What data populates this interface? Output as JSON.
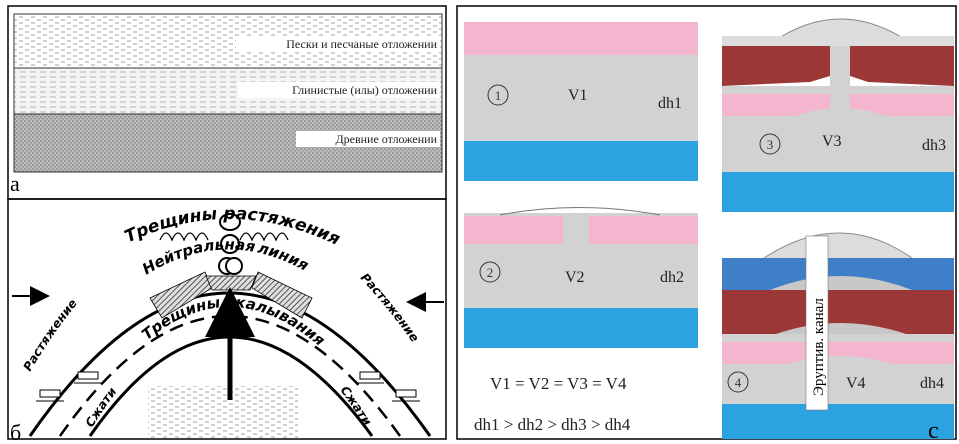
{
  "panel_a": {
    "letter": "а",
    "layers": [
      {
        "label": "Пески и песчаные отложении"
      },
      {
        "label": "Глинистые (илы) отложении"
      },
      {
        "label": "Древние отложении"
      }
    ]
  },
  "panel_b": {
    "letter": "б",
    "arc_labels": {
      "stretch_cracks": "Трещины растяжения",
      "neutral": "Нейтральная",
      "line": "линия",
      "shear_cracks": "Трещины скалывания",
      "stretch_left": "Растяжение",
      "stretch_right": "Растяжение",
      "compress_left": "Сжатие",
      "compress_right": "Сжатие"
    }
  },
  "panel_c": {
    "letter": "с",
    "steps": [
      {
        "num": "1",
        "v": "V1",
        "dh": "dh1"
      },
      {
        "num": "2",
        "v": "V2",
        "dh": "dh2"
      },
      {
        "num": "3",
        "v": "V3",
        "dh": "dh3"
      },
      {
        "num": "4",
        "v": "V4",
        "dh": "dh4"
      }
    ],
    "eq_volume": "V1 = V2 = V3 = V4",
    "eq_dh": "dh1 > dh2 > dh3 > dh4",
    "channel_label": "Эруптив. канал"
  },
  "colors": {
    "pink": "#f4b6cf",
    "grey": "#d2d2d2",
    "blue": "#2aa3e0",
    "darkred": "#9b3737",
    "steelblue": "#3f7fc7"
  }
}
